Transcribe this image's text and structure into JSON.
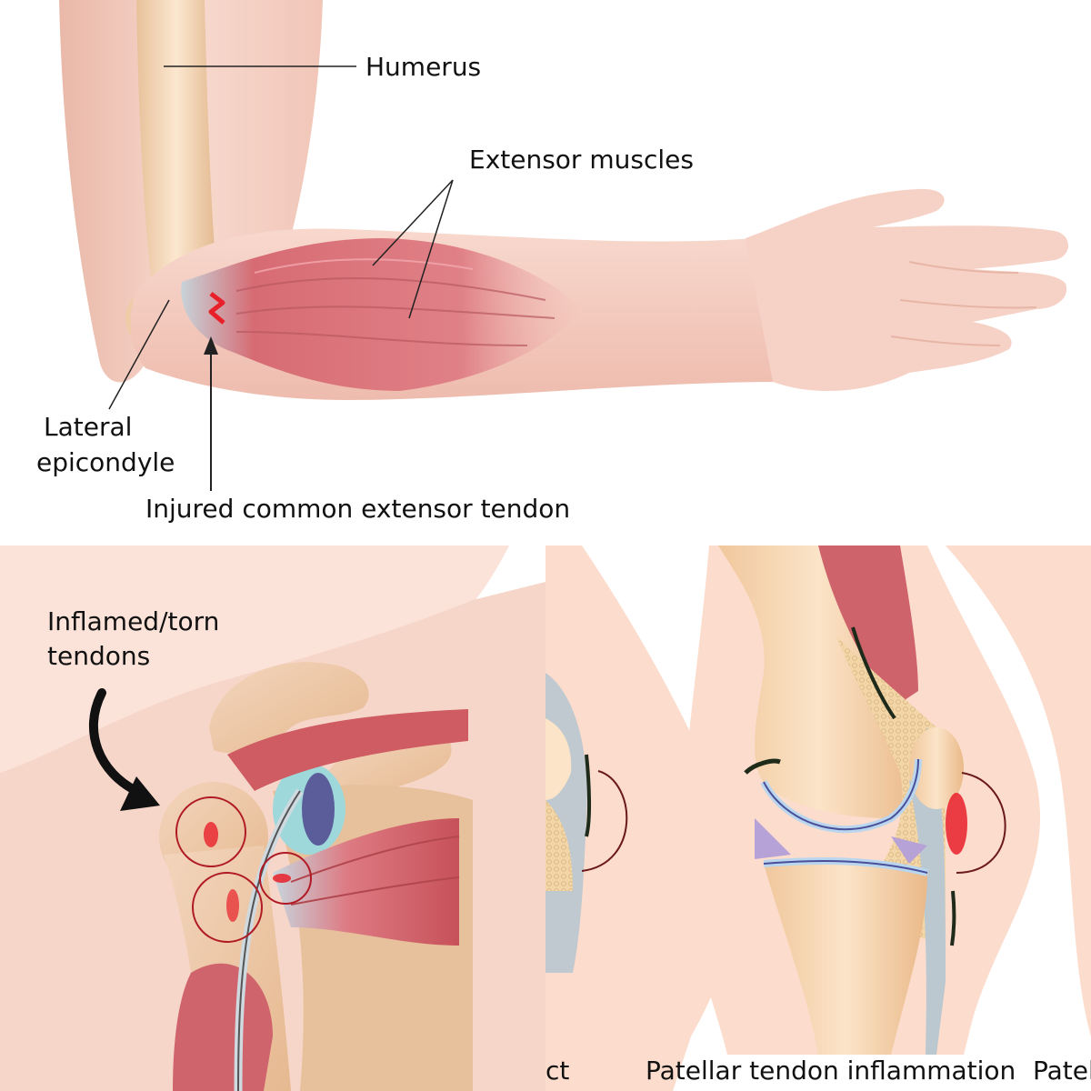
{
  "elbow": {
    "humerus_label": "Humerus",
    "extensor_label": "Extensor muscles",
    "lateral_label_line1": "Lateral",
    "lateral_label_line2": "epicondyle",
    "tendon_label": "Injured common extensor tendon"
  },
  "shoulder": {
    "inflamed_label_line1": "Inflamed/torn",
    "inflamed_label_line2": "tendons"
  },
  "knee": {
    "caption_left": "ct",
    "caption_center": "Patellar tendon inflammation",
    "caption_right": "Patel"
  },
  "colors": {
    "skin": "#f7d3c8",
    "bone": "#efc9a3",
    "muscle": "#d96a72",
    "tendon": "#b9c9d2",
    "injury": "#e8202a",
    "cartilage": "#b9d6ee",
    "ligament": "#2a1850"
  }
}
